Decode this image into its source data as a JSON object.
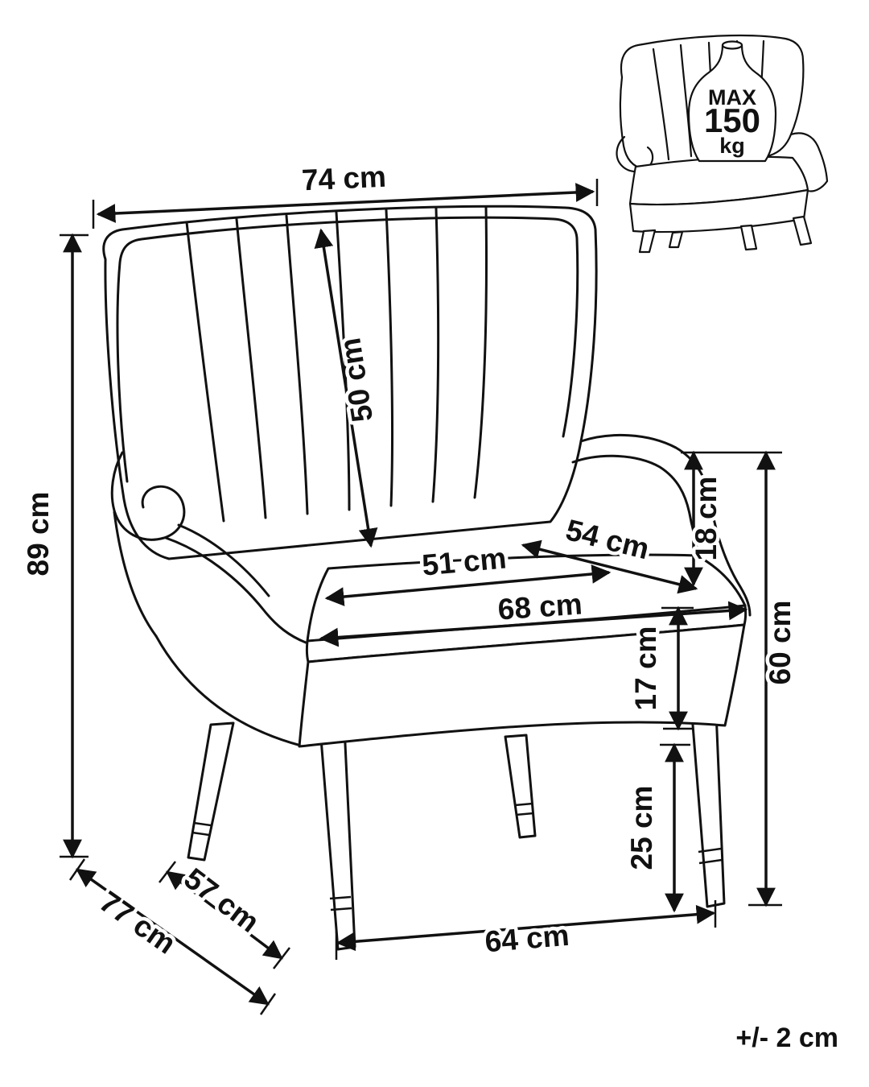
{
  "diagram": {
    "tolerance_note": "+/- 2 cm",
    "inset": {
      "max_label": "MAX",
      "weight_value": "150",
      "weight_unit": "kg"
    },
    "dimensions": {
      "overall_width": "74 cm",
      "backrest_height": "50 cm",
      "overall_height": "89 cm",
      "seat_depth": "54 cm",
      "seat_width": "51 cm",
      "armrest_above_seat": "18 cm",
      "seat_front_width": "68 cm",
      "base_height": "17 cm",
      "armrest_floor_height": "60 cm",
      "leg_height": "25 cm",
      "base_depth": "57 cm",
      "overall_depth": "77 cm",
      "leg_span_width": "64 cm"
    },
    "colors": {
      "line": "#111111",
      "background": "#ffffff"
    }
  }
}
